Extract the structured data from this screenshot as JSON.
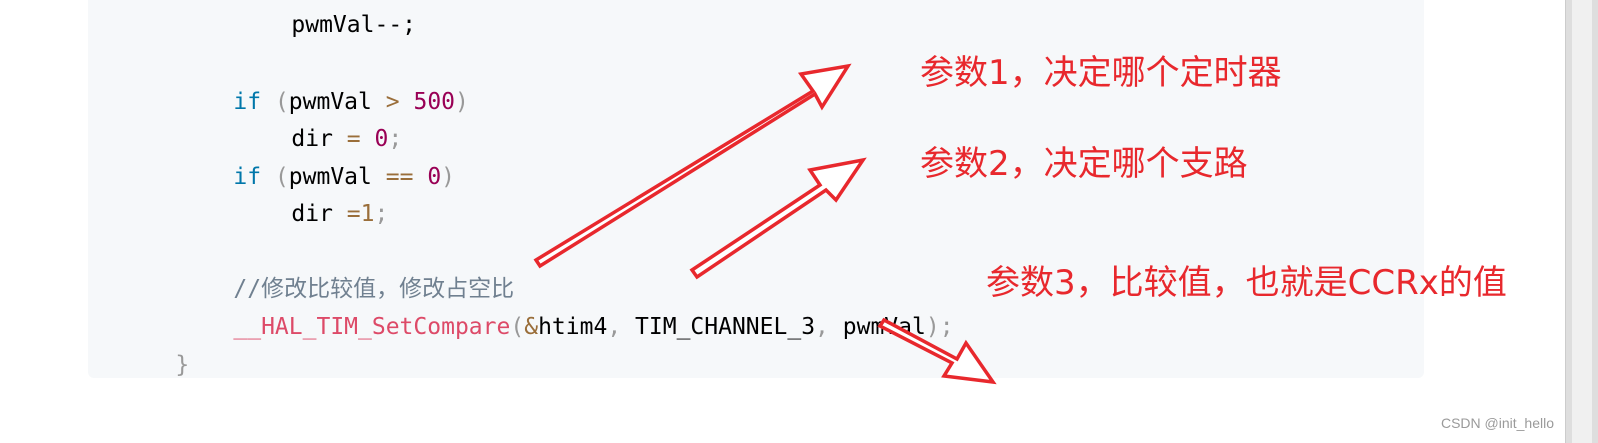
{
  "code": {
    "line0_text": "pwmVal--;",
    "line1": {
      "kw": "if",
      "open": " (",
      "var": "pwmVal",
      "op": ">",
      "num": "500",
      "close": ")"
    },
    "line2": {
      "var": "dir",
      "op": "=",
      "num": "0",
      "semi": ";"
    },
    "line3": {
      "kw": "if",
      "open": " (",
      "var": "pwmVal",
      "op": "==",
      "num": "0",
      "close": ")"
    },
    "line4": {
      "var": "dir",
      "op": "=1",
      "semi": ";"
    },
    "comment": "//修改比较值，修改占空比",
    "call": {
      "fn": "__HAL_TIM_SetCompare",
      "open": "(",
      "amp": "&",
      "arg1": "htim4",
      "comma1": ",",
      "arg2": "TIM_CHANNEL_3",
      "comma2": ",",
      "arg3": "pwmVal",
      "close": ");"
    },
    "closing_brace": "}"
  },
  "annotations": {
    "param1": "参数1，决定哪个定时器",
    "param2": "参数2，决定哪个支路",
    "param3": "参数3，比较值，也就是CCRx的值"
  },
  "watermark": "CSDN @init_hello",
  "colors": {
    "annotation_red": "#e8282d",
    "code_bg": "#f6f8fa",
    "keyword": "#0077aa",
    "number": "#990055",
    "function": "#dd4a68",
    "comment": "#708090"
  }
}
